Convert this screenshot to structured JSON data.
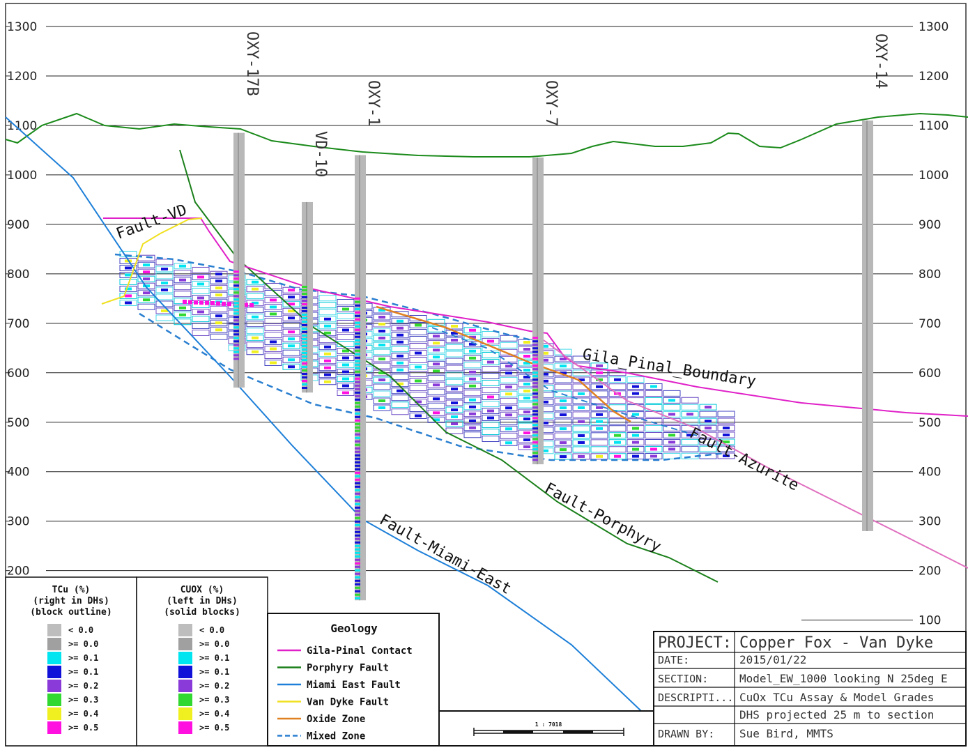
{
  "colors": {
    "gila_pinal": "#e020c8",
    "porphyry": "#1a7f1a",
    "miami_east": "#1d7fd8",
    "van_dyke": "#f0e020",
    "oxide": "#e08020",
    "mixed": "#2a7fd0",
    "azurite": "#e070c0",
    "topography": "#1a8a1a",
    "drillhole": "#b8b8b8"
  },
  "elevations": {
    "left": [
      "1300",
      "1200",
      "1100",
      "1000",
      "900",
      "800",
      "700",
      "600",
      "500",
      "400",
      "300",
      "200"
    ],
    "right": [
      "1300",
      "1200",
      "1100",
      "1000",
      "900",
      "800",
      "700",
      "600",
      "500",
      "400",
      "300",
      "200",
      "100"
    ]
  },
  "drillholes": [
    {
      "name": "OXY-17B"
    },
    {
      "name": "VD-10"
    },
    {
      "name": "OXY-1"
    },
    {
      "name": "OXY-7"
    },
    {
      "name": "OXY-14"
    }
  ],
  "fault_labels": {
    "fault_vd": "Fault-VD",
    "gila_pinal_boundary": "Gila_Pinal_Boundary",
    "fault_azurite": "Fault-Azurite",
    "fault_porphyry": "Fault-Porphyry",
    "fault_miami_east": "Fault-Miami-East"
  },
  "legend_tcu": {
    "title": [
      "TCu (%)",
      "(right in DHs)",
      "(block outline)"
    ],
    "items": [
      {
        "label": "< 0.0",
        "color": "#bdbdbd"
      },
      {
        "label": ">= 0.0",
        "color": "#a0a0a0"
      },
      {
        "label": ">= 0.1",
        "color": "#00e5f0"
      },
      {
        "label": ">= 0.1",
        "color": "#1010d8"
      },
      {
        "label": ">= 0.2",
        "color": "#8a3ad8"
      },
      {
        "label": ">= 0.3",
        "color": "#30d830"
      },
      {
        "label": ">= 0.4",
        "color": "#f0f020"
      },
      {
        "label": ">= 0.5",
        "color": "#ff10e0"
      }
    ]
  },
  "legend_cuox": {
    "title": [
      "CUOX (%)",
      "(left in DHs)",
      "(solid blocks)"
    ],
    "items": [
      {
        "label": "< 0.0",
        "color": "#bdbdbd"
      },
      {
        "label": ">= 0.0",
        "color": "#a0a0a0"
      },
      {
        "label": ">= 0.1",
        "color": "#00e5f0"
      },
      {
        "label": ">= 0.1",
        "color": "#1010d8"
      },
      {
        "label": ">= 0.2",
        "color": "#8a3ad8"
      },
      {
        "label": ">= 0.3",
        "color": "#30d830"
      },
      {
        "label": ">= 0.4",
        "color": "#f0f020"
      },
      {
        "label": ">= 0.5",
        "color": "#ff10e0"
      }
    ]
  },
  "legend_geology": {
    "title": "Geology",
    "items": [
      {
        "label": "Gila-Pinal Contact",
        "color": "#e020c8",
        "dashed": false
      },
      {
        "label": "Porphyry Fault",
        "color": "#1a7f1a",
        "dashed": false
      },
      {
        "label": "Miami East Fault",
        "color": "#1d7fd8",
        "dashed": false
      },
      {
        "label": "Van Dyke Fault",
        "color": "#f0e020",
        "dashed": false
      },
      {
        "label": "Oxide Zone",
        "color": "#e08020",
        "dashed": false
      },
      {
        "label": "Mixed Zone",
        "color": "#2a7fd0",
        "dashed": true
      }
    ]
  },
  "scale_bar": {
    "label": "1 : 7018"
  },
  "title_block": {
    "rows": [
      {
        "label": "PROJECT:",
        "value": "Copper Fox - Van Dyke"
      },
      {
        "label": "DATE:",
        "value": "2015/01/22"
      },
      {
        "label": "SECTION:",
        "value": "Model_EW_1000 looking N 25deg E"
      },
      {
        "label": "DESCRIPTI...",
        "value": "CuOx TCu Assay & Model Grades"
      },
      {
        "label": "",
        "value": "DHS projected 25 m to section"
      },
      {
        "label": "DRAWN BY:",
        "value": "Sue Bird, MMTS"
      }
    ]
  }
}
